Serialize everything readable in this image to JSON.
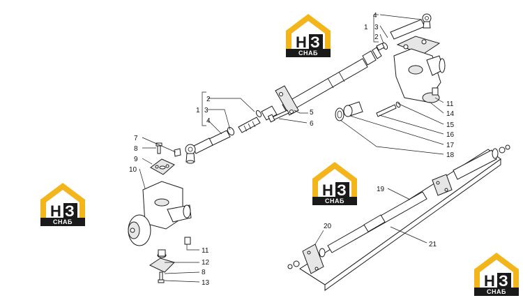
{
  "logo": {
    "letters": "НЗ",
    "letter_h": "Н",
    "letter_3": "З",
    "subtitle": "СНАБ",
    "colors": {
      "house": "#f2b51b",
      "dark": "#1a1a1a",
      "text": "#ffffff"
    }
  },
  "callouts": {
    "tr_bracket": "1",
    "tr_3": "3",
    "tr_2": "2",
    "tr_4": "4",
    "tr_11": "11",
    "tr_14": "14",
    "tr_15": "15",
    "tr_16": "16",
    "tr_17": "17",
    "tr_18": "18",
    "mid_2": "2",
    "mid_bracket": "1",
    "mid_3": "3",
    "mid_4": "4",
    "mid_5": "5",
    "mid_6": "6",
    "l_7": "7",
    "l_8": "8",
    "l_9": "9",
    "l_10": "10",
    "l_11": "11",
    "l_12": "12",
    "l_8b": "8",
    "l_13": "13",
    "b_19": "19",
    "b_20": "20",
    "b_21": "21"
  }
}
